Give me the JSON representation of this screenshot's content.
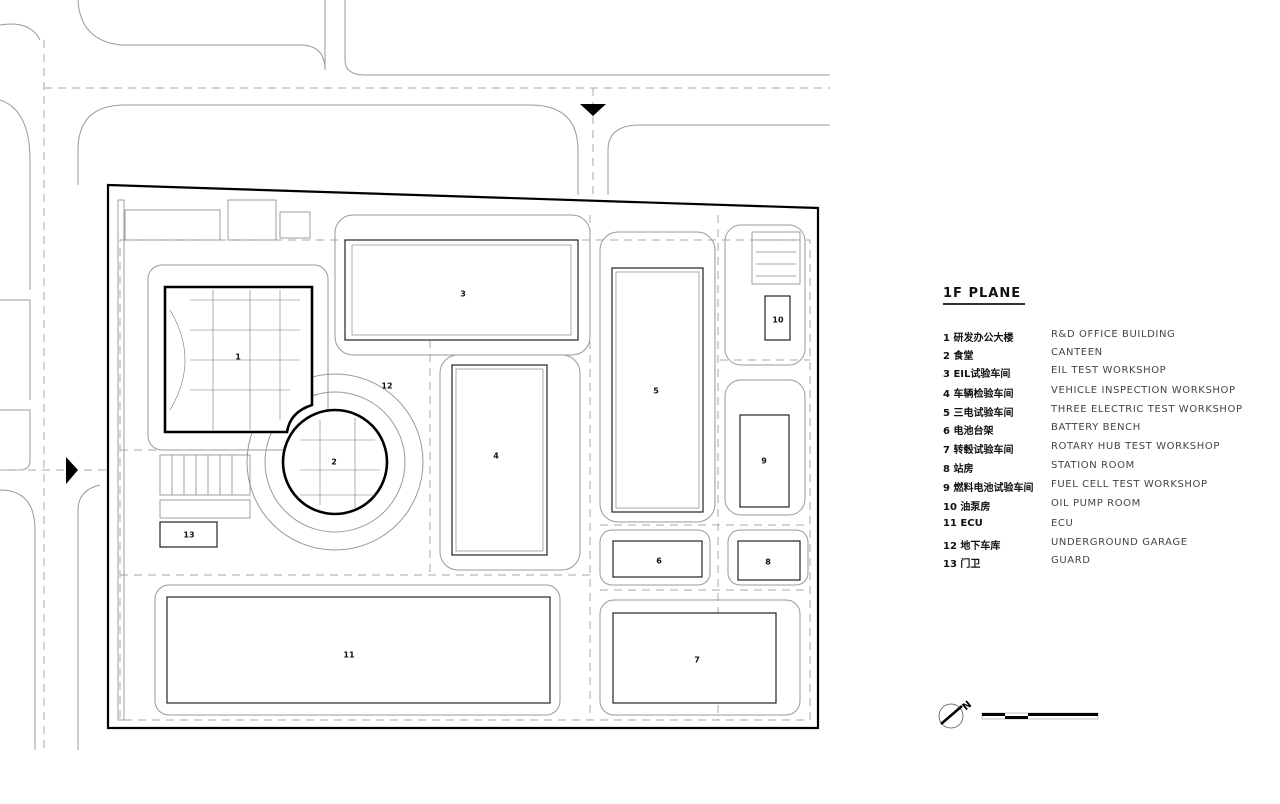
{
  "buildings": [
    {
      "num": "1"
    },
    {
      "num": "2"
    },
    {
      "num": "3"
    },
    {
      "num": "4"
    },
    {
      "num": "5"
    },
    {
      "num": "6"
    },
    {
      "num": "7"
    },
    {
      "num": "8"
    },
    {
      "num": "9"
    },
    {
      "num": "10"
    },
    {
      "num": "11"
    },
    {
      "num": "12"
    },
    {
      "num": "13"
    }
  ],
  "legend": {
    "title": "1F PLANE",
    "items": [
      {
        "cn": "1 研发办公大楼",
        "en": "R&D OFFICE BUILDING"
      },
      {
        "cn": "2 食堂",
        "en": "CANTEEN"
      },
      {
        "cn": "3 EIL试验车间",
        "en": "EIL TEST WORKSHOP"
      },
      {
        "cn": "4 车辆检验车间",
        "en": "VEHICLE INSPECTION WORKSHOP"
      },
      {
        "cn": "5 三电试验车间",
        "en": "THREE ELECTRIC TEST WORKSHOP"
      },
      {
        "cn": "6 电池台架",
        "en": "BATTERY BENCH"
      },
      {
        "cn": "7 转毂试验车间",
        "en": "ROTARY HUB TEST WORKSHOP"
      },
      {
        "cn": "8 站房",
        "en": "STATION ROOM"
      },
      {
        "cn": "9 燃料电池试验车间",
        "en": "FUEL CELL TEST WORKSHOP"
      },
      {
        "cn": "10 油泵房",
        "en": "OIL PUMP ROOM"
      },
      {
        "cn": "11 ECU",
        "en": "ECU"
      },
      {
        "cn": "12 地下车库",
        "en": "UNDERGROUND GARAGE"
      },
      {
        "cn": "13 门卫",
        "en": "GUARD"
      }
    ]
  },
  "north_arrow": {
    "label": "N",
    "icon": "north-arrow-icon"
  },
  "colors": {
    "line": "#000000",
    "road": "#9a9a9a",
    "background": "#ffffff"
  }
}
